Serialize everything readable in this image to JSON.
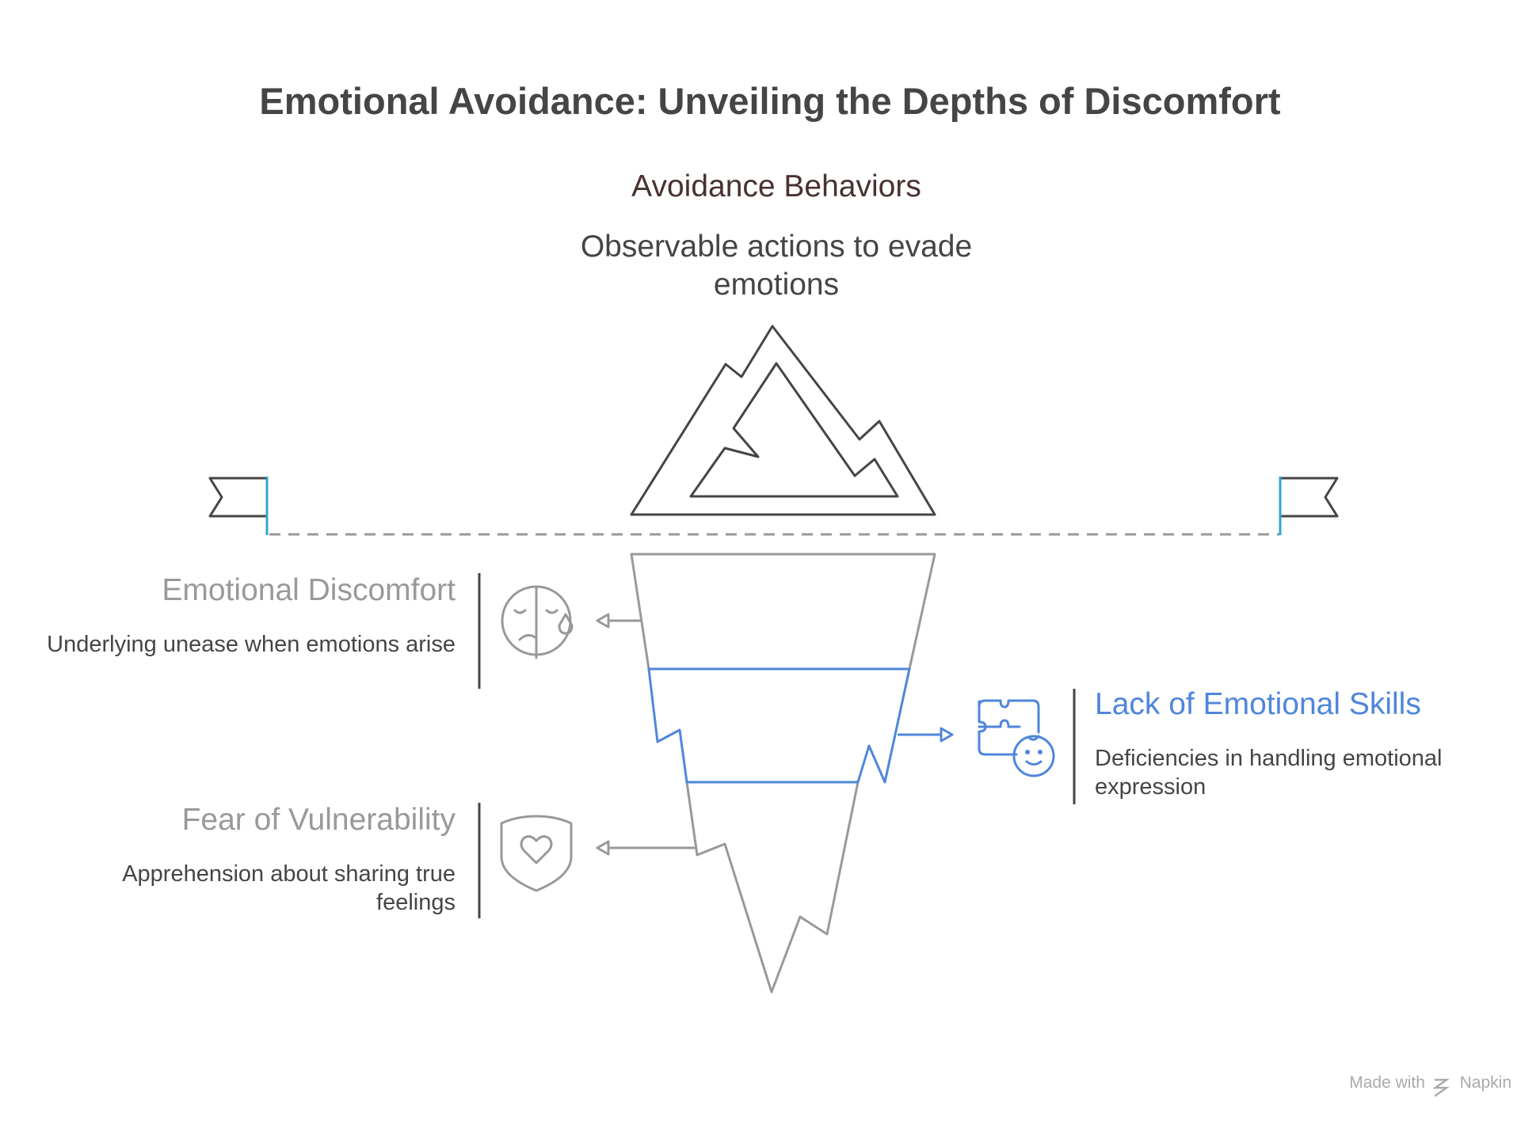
{
  "title": "Emotional Avoidance: Unveiling the Depths of Discomfort",
  "top": {
    "heading": "Avoidance Behaviors",
    "description": "Observable actions to evade emotions"
  },
  "layers": [
    {
      "heading": "Emotional Discomfort",
      "description": "Underlying unease when emotions arise",
      "icon": "sad-face-tear-icon",
      "color": "#999999"
    },
    {
      "heading": "Lack of Emotional Skills",
      "description": "Deficiencies in handling emotional expression",
      "icon": "puzzle-child-icon",
      "color": "#4f86db"
    },
    {
      "heading": "Fear of Vulnerability",
      "description": "Apprehension about sharing true feelings",
      "icon": "shield-heart-icon",
      "color": "#999999"
    }
  ],
  "credit": {
    "prefix": "Made with",
    "brand": "Napkin"
  },
  "colors": {
    "heading": "#454545",
    "accent": "#4f86db",
    "muted": "#999999",
    "flag_pole": "#2aa7cf",
    "waterline": "#999999"
  }
}
